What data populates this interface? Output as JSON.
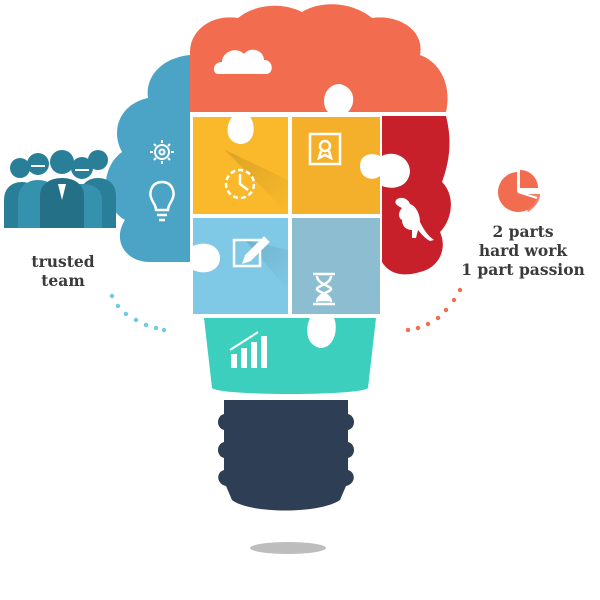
{
  "team_label": [
    "trusted",
    "team"
  ],
  "passion_label": [
    "2 parts",
    "hard work",
    "1 part passion"
  ],
  "colors": {
    "coral": "#F26C4F",
    "red": "#C7202B",
    "yellow": "#F9B92B",
    "blue": "#4BA4C5",
    "light_blue": "#7FC9E6",
    "grey_blue": "#8CBDD0",
    "teal": "#3CCFBE",
    "navy": "#2E3E54",
    "team_teal": "#2A7F98",
    "dots_left": "#6CCBE8",
    "dots_right": "#F26C4F"
  },
  "icons": [
    "cloud-icon",
    "gear-icon",
    "lightbulb-icon",
    "clock-icon",
    "certificate-icon",
    "kangaroo-icon",
    "edit-icon",
    "hourglass-icon",
    "bar-chart-icon",
    "pie-chart-icon",
    "people-icon"
  ]
}
